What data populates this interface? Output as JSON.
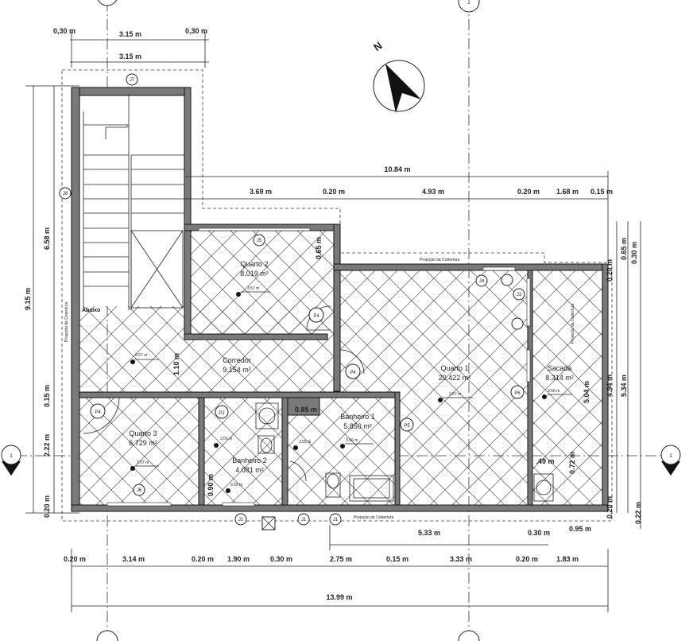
{
  "north_label": "N",
  "grid": {
    "top_left": "",
    "top_right": "2",
    "left": "1",
    "right": "1"
  },
  "top_dims": {
    "wall_left": "0,30 m",
    "stair_width": "3.15 m",
    "wall_right": "0,30 m",
    "stair_width_2": "3.15 m"
  },
  "upper_dims": {
    "total": "10.84 m",
    "seg1": "3.69 m",
    "seg2": "0.20 m",
    "seg3": "4.93 m",
    "seg4": "0.20 m",
    "seg5": "1.68 m",
    "seg6": "0.15 m"
  },
  "left_dims": {
    "total": "9.15 m",
    "upper": "6.58 m",
    "small": "0.15 m",
    "mid": "2.22 m",
    "bottom": "0.20 m"
  },
  "right_dims": {
    "top1": "0.65 m",
    "top2": "0.30 m",
    "top3": "0.20 m",
    "mid1": "5.04 m",
    "mid2": "4.94 m",
    "mid3": "5.34 m",
    "bot1": "0.20 m",
    "bot2": "0.22 m"
  },
  "bottom_dims": {
    "seg1": "0.20 m",
    "seg2": "3.14 m",
    "seg3": "0.20 m",
    "seg4": "1.90 m",
    "seg5": "0.30 m",
    "seg6": "2.75 m",
    "seg7": "0.15 m",
    "seg8": "3.33 m",
    "seg9": "0.20 m",
    "seg10": "1.83 m",
    "total": "13.99 m",
    "inner": "5.33 m",
    "inner2": "0.30 m",
    "inner3": "0.95 m"
  },
  "inner_dims": {
    "corr_v": "1.10 m",
    "q2_h": "0.65 m",
    "b1_w": "0.85 m",
    "b2_h": "0.90 m",
    "sac_h": "0.72 m",
    "sac_w": ".49 m"
  },
  "rooms": {
    "q2_name": "Quarto 2",
    "q2_area": "8.019 m²",
    "q2_level": "3.57 m",
    "corr_name": "Corredor",
    "corr_area": "9.154 m²",
    "corr_level": "3.57 m",
    "q1_name": "Quarto 1",
    "q1_area": "20.422 m²",
    "q1_level": "3.57 m",
    "sac_name": "Sacada",
    "sac_area": "8.314 m²",
    "sac_level": "3.56 m",
    "q3_name": "Quarto 3",
    "q3_area": "6.729 m²",
    "q3_level": "3.57 m",
    "b1_name": "Banheiro 1",
    "b1_area": "5.850 m²",
    "b1_level": "3.56 m",
    "b1_level2": "3.55 m",
    "b2_name": "Banheiro 2",
    "b2_area": "4.081 m²",
    "b2_level": "3.56 m",
    "b2_level2": "3.55 m"
  },
  "labels": {
    "abaixo": "Abaixo",
    "proj_top": "Projeção da Cobertura",
    "proj_bottom": "Projeção da Cobertura",
    "proj_left": "Projeção da Cobertura",
    "proj_right": "Projeção da Cobertura"
  },
  "tags": {
    "p4a": "P4",
    "p4b": "P4",
    "p4c": "P4",
    "p5": "P5",
    "p6": "P6",
    "p2": "P2",
    "j7": "J7",
    "j5": "J5",
    "j6": "J6",
    "j4": "J4",
    "j1a": "J1",
    "j1b": "J1",
    "j1c": "J1",
    "j3": "J3",
    "j8": "J8"
  }
}
